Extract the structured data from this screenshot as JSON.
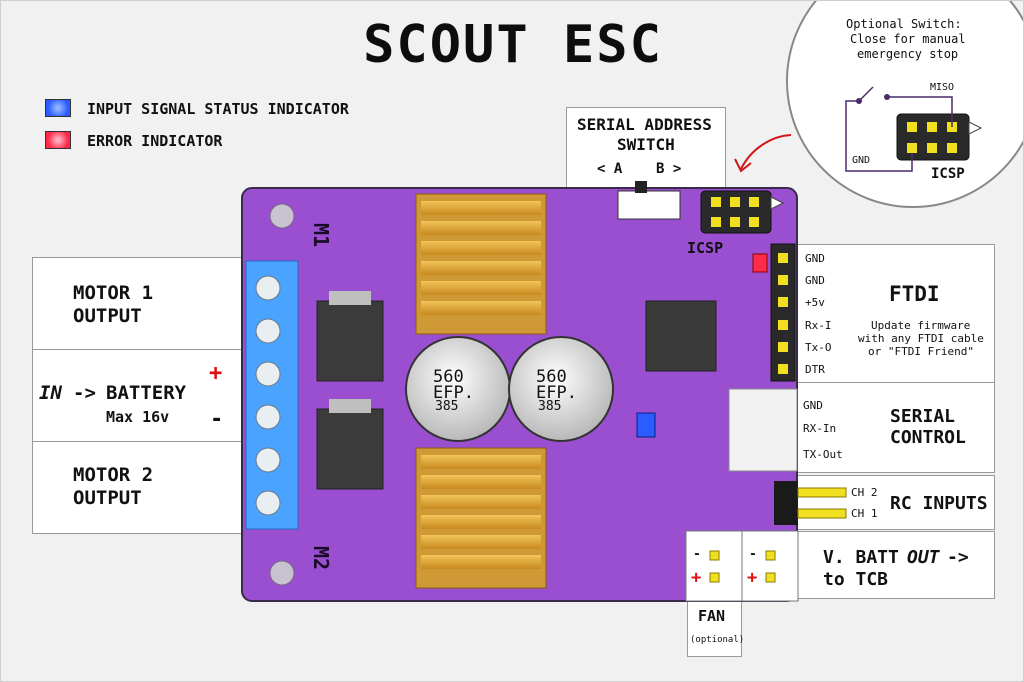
{
  "title": "SCOUT ESC",
  "legend": [
    {
      "label": "INPUT SIGNAL STATUS INDICATOR",
      "color": "#2a5cff"
    },
    {
      "label": "ERROR INDICATOR",
      "color": "#ff2a4a"
    }
  ],
  "serial_address_switch": {
    "line1": "SERIAL ADDRESS",
    "line2": "SWITCH",
    "positions": "< A    B >"
  },
  "icsp_callout": {
    "line1": "Optional Switch:",
    "line2": "Close for manual",
    "line3": "emergency stop",
    "miso": "MISO",
    "gnd": "GND",
    "icsp": "ICSP"
  },
  "board": {
    "color": "#9a4fd0",
    "m1": "M1",
    "m2": "M2",
    "icsp": "ICSP",
    "cap_left": [
      "560",
      "EFP.",
      "385"
    ],
    "cap_right": [
      "560",
      "EFP.",
      "385"
    ]
  },
  "left_labels": {
    "motor1": [
      "MOTOR 1",
      "OUTPUT"
    ],
    "battery_in": "IN",
    "battery_arrow": "->",
    "battery": "BATTERY",
    "battery_max": "Max 16v",
    "plus": "+",
    "minus": "-",
    "motor2": [
      "MOTOR 2",
      "OUTPUT"
    ]
  },
  "ftdi": {
    "title": "FTDI",
    "pins": [
      "GND",
      "GND",
      "+5v",
      "Rx-I",
      "Tx-O",
      "DTR"
    ],
    "note1": "Update firmware",
    "note2": "with any FTDI cable",
    "note3": "or \"FTDI Friend\""
  },
  "serial_control": {
    "title1": "SERIAL",
    "title2": "CONTROL",
    "pins": [
      "GND",
      "RX-In",
      "TX-Out"
    ]
  },
  "rc_inputs": {
    "title": "RC INPUTS",
    "ch2": "CH 2",
    "ch1": "CH 1"
  },
  "fan": {
    "title": "FAN",
    "sub": "(optional)",
    "minus": "-",
    "plus": "+"
  },
  "vbatt": {
    "line1_a": "V. BATT",
    "line1_b": "OUT",
    "line1_c": "->",
    "line2": "to TCB",
    "minus": "-",
    "plus": "+"
  }
}
